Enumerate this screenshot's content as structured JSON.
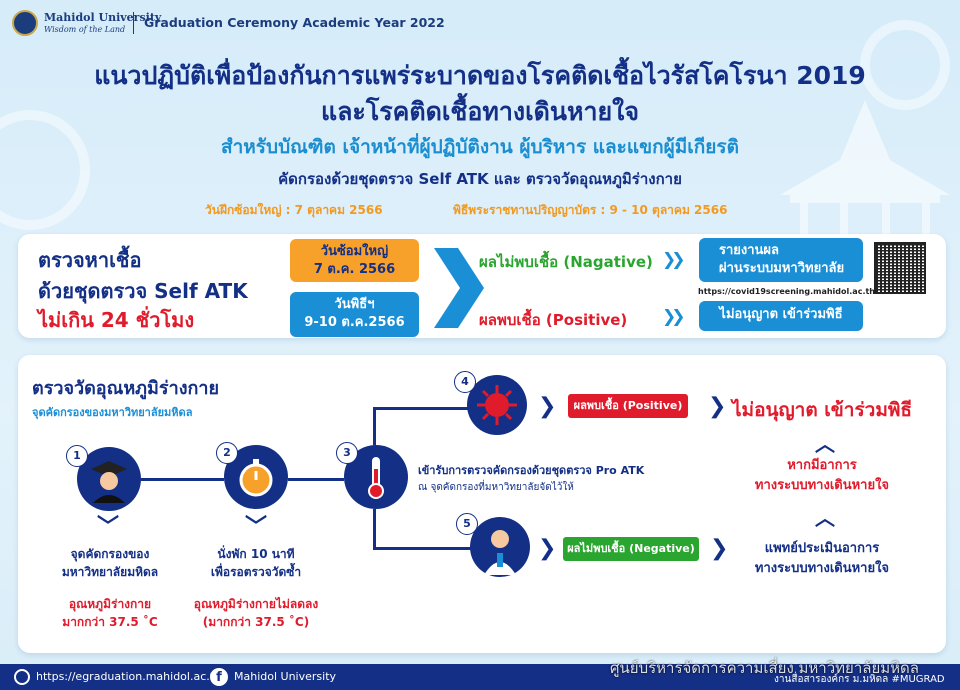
{
  "header": {
    "org_name": "Mahidol University",
    "org_motto": "Wisdom of the Land",
    "event_title": "Graduation Ceremony Academic Year 2022"
  },
  "title": {
    "line1": "แนวปฏิบัติเพื่อป้องกันการแพร่ระบาดของโรคติดเชื้อไวรัสโคโรนา 2019",
    "line2": "และโรคติดเชื้อทางเดินหายใจ",
    "line3": "สำหรับบัณฑิต เจ้าหน้าที่ผู้ปฏิบัติงาน ผู้บริหาร และแขกผู้มีเกียรติ",
    "line4": "คัดกรองด้วยชุดตรวจ Self ATK และ ตรวจวัดอุณหภูมิร่างกาย",
    "date_rehearsal": "วันฝึกซ้อมใหญ่ : 7 ตุลาคม 2566",
    "date_ceremony": "พิธีพระราชทานปริญญาบัตร : 9 - 10 ตุลาคม 2566"
  },
  "atk_panel": {
    "heading1": "ตรวจหาเชื้อ",
    "heading2": "ด้วยชุดตรวจ Self ATK",
    "heading3": "ไม่เกิน 24 ชั่วโมง",
    "rehearsal_label": "วันซ้อมใหญ่",
    "rehearsal_date": "7 ต.ค. 2566",
    "ceremony_label": "วันพิธีฯ",
    "ceremony_date": "9-10 ต.ค.2566",
    "negative_text": "ผลไม่พบเชื้อ (Nagative)",
    "positive_text": "ผลพบเชื้อ (Positive)",
    "double_chevron": "❯❯",
    "report_line1": "รายงานผล",
    "report_line2": "ผ่านระบบมหาวิทยาลัย",
    "report_url": "https://covid19screening.mahidol.ac.th",
    "not_allowed": "ไม่อนุญาต เข้าร่วมพิธี"
  },
  "temp_panel": {
    "heading": "ตรวจวัดอุณหภูมิร่างกาย",
    "subheading": "จุดคัดกรองของมหาวิทยาลัยมหิดล",
    "steps": [
      {
        "num": "1"
      },
      {
        "num": "2"
      },
      {
        "num": "3"
      },
      {
        "num": "4"
      },
      {
        "num": "5"
      }
    ],
    "step1_line1": "จุดคัดกรองของ",
    "step1_line2": "มหาวิทยาลัยมหิดล",
    "step1_red1": "อุณหภูมิร่างกาย",
    "step1_red2": "มากกว่า 37.5 ˚C",
    "step2_line1": "นั่งพัก 10 นาที",
    "step2_line2": "เพื่อรอตรวจวัดซ้ำ",
    "step2_red1": "อุณหภูมิร่างกายไม่ลดลง",
    "step2_red2": "(มากกว่า 37.5 ˚C)",
    "pro_atk_line1": "เข้ารับการตรวจคัดกรองด้วยชุดตรวจ Pro ATK",
    "pro_atk_line2": "ณ จุดคัดกรองที่มหาวิทยาลัยจัดไว้ให้",
    "positive_pill": "ผลพบเชื้อ (Positive)",
    "negative_pill": "ผลไม่พบเชื้อ (Negative)",
    "not_allowed": "ไม่อนุญาต เข้าร่วมพิธี",
    "symptom_line1": "หากมีอาการ",
    "symptom_line2": "ทางระบบทางเดินหายใจ",
    "doctor_line1": "แพทย์ประเมินอาการ",
    "doctor_line2": "ทางระบบทางเดินหายใจ",
    "chevron_right": "❯",
    "chevron_down": "﹀",
    "chevron_up": "︿"
  },
  "footer": {
    "url": "https://egraduation.mahidol.ac.th",
    "facebook": "Mahidol University",
    "watermark": "ศูนย์บริหารจัดการความเสี่ยง มหาวิทยาลัยมหิดล",
    "tagline": "งานสื่อสารองค์กร ม.มหิดล  #MUGRAD",
    "fb_glyph": "f"
  },
  "colors": {
    "navy": "#132f86",
    "sky": "#1a8fd6",
    "orange": "#f8a12a",
    "red": "#e01b2b",
    "green": "#2aa52f"
  }
}
